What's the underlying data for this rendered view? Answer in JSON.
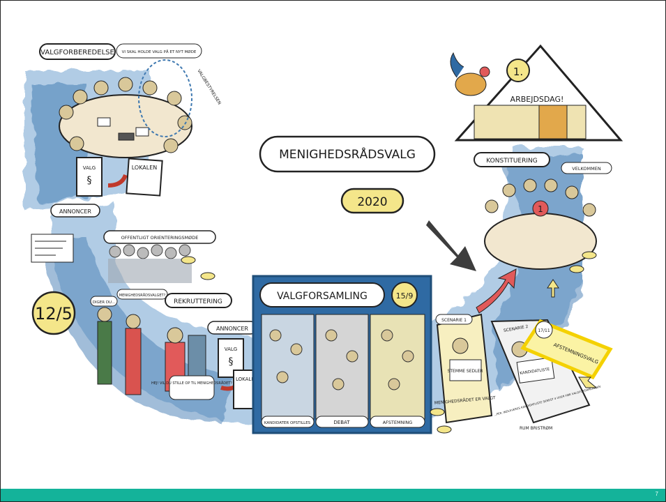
{
  "slide": {
    "page_number": "7"
  },
  "illustration": {
    "title": "MENIGHEDSRÅDSVALG",
    "year": "2020",
    "colors": {
      "wash_blue": "#3e78b0",
      "wash_light": "#a9c7e3",
      "highlight_yellow": "#f4e68a",
      "accent_red": "#e15a5a",
      "arrow_dark": "#3d3d3d",
      "footer_teal": "#14b39a"
    },
    "left": {
      "prep_label": "VALGFORBEREDELSE",
      "prep_speech": "VI SKAL HOLDE VALG PÅ ET NYT MØDE",
      "board_label": "VALGBESTYRELSEN",
      "paper1_label": "VALG",
      "paper2_label": "LOKALEN",
      "annoncer1": "ANNONCER",
      "meeting_label": "OFFENTLIGT ORIENTERINGSMØDE",
      "date1": "12/5",
      "speech_a": "DIGER DU...",
      "speech_b": "MENIGHEDSRÅDSVALGET?",
      "recruit_label": "REKRUTTERING",
      "recruit_speech": "HEJ! VIL DU STILLE OP TIL MENIGHEDSRÅDET?",
      "annoncer2": "ANNONCER",
      "paper3_label": "VALG",
      "paper4_label": "LOKALEN"
    },
    "middle": {
      "assembly_label": "VALGFORSAMLING",
      "date2": "15/9",
      "panels": [
        "KANDIDATER OPSTILLES",
        "DEBAT",
        "AFSTEMNING"
      ]
    },
    "right": {
      "roof_number": "1.",
      "roof_label": "ARBEJDSDAG!",
      "konst_label": "KONSTITUERING",
      "welcome": "VELKOMMEN",
      "scenarie1": "SCENARIE 1",
      "stemme": "STEMME SEDLER",
      "valgt": "MENIGHEDSRÅDET ER VALGT",
      "scenarie2": "SCENARIE 2",
      "kandidatliste": "KANDIDATLISTE",
      "liste_note": "...PER. INDLEVERES KANDIDATLISTE SENEST 4 UGER FØR VALGFORSAMLINGEN",
      "date3": "17/11",
      "afstemningsvalg": "AFSTEMNINGSVALG",
      "signature": "RUM BRISTRØM"
    }
  }
}
